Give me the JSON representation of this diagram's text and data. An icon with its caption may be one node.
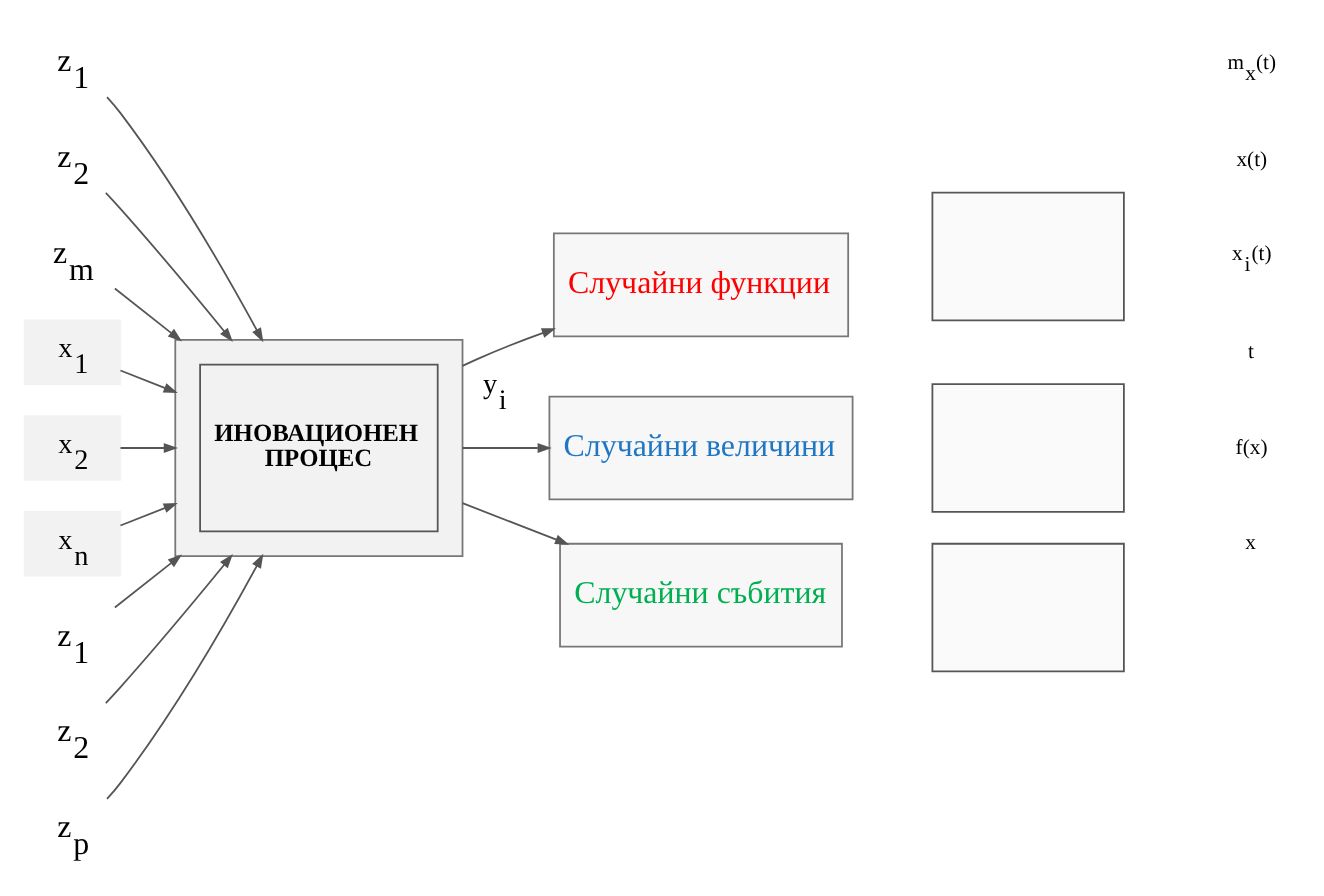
{
  "diagram": {
    "nodes": [
      {
        "text": [
          "z$_{1}$"
        ]
      },
      {
        "text": [
          "z$_{2}$"
        ]
      },
      {
        "text": [
          "z$_{m}$"
        ]
      },
      {
        "text": [
          "x$_{1}$"
        ]
      },
      {
        "text": [
          "x$_{2}$"
        ]
      },
      {
        "text": [
          "x$_{n}$"
        ]
      },
      {
        "text": [],
        "shape": "box"
      },
      {
        "text": [
          "ИНОВАЦИОНЕН ПРОЦЕС"
        ],
        "in": 6
      },
      {
        "text": [
          "z$_{1}$"
        ]
      },
      {
        "text": [
          "z$_{2}$"
        ]
      },
      {
        "text": [
          "z$_{p}$"
        ]
      },
      {
        "text": [
          "Случайни функции"
        ]
      },
      {
        "text": [
          "Случайни величини"
        ]
      },
      {
        "text": [
          "Случайни събития"
        ]
      },
      {
        "text": [],
        "shape": "box"
      },
      {
        "text": [],
        "shape": "box"
      },
      {
        "text": [],
        "shape": "box"
      }
    ],
    "edges": [
      {
        "from": 0,
        "to": 6,
        "arrow": "to"
      },
      {
        "from": 1,
        "to": 6,
        "arrow": "to"
      },
      {
        "from": 2,
        "to": 6,
        "arrow": "to"
      },
      {
        "from": 3,
        "to": 6,
        "arrow": "to"
      },
      {
        "from": 4,
        "to": 6,
        "arrow": "to"
      },
      {
        "from": 5,
        "to": 6,
        "arrow": "to"
      },
      {
        "from": 8,
        "to": 6,
        "arrow": "to"
      },
      {
        "from": 9,
        "to": 6,
        "arrow": "to"
      },
      {
        "from": 10,
        "to": 6,
        "arrow": "to"
      },
      {
        "from": 6,
        "to": 11,
        "arrow": "to"
      },
      {
        "from": 6,
        "to": 12,
        "arrow": "to",
        "label": "y$_{i}$"
      },
      {
        "from": 6,
        "to": 13,
        "arrow": "to"
      }
    ],
    "labels": [
      "m$_{x}$(t)",
      "x(t)",
      "x$_{i}$(t)",
      "t",
      "f(x)",
      "x"
    ]
  }
}
